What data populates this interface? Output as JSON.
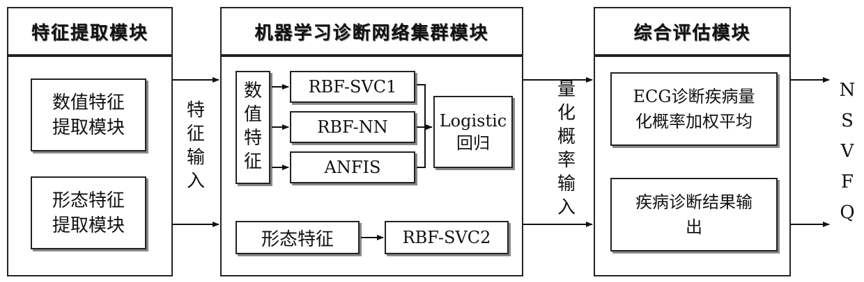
{
  "module1": {
    "title": "特征提取模块",
    "numeric_box": "数值特征\n提取模块",
    "morph_box": "形态特征\n提取模块"
  },
  "feature_input_label": "特\n征\n输\n入",
  "module2": {
    "title": "机器学习诊断网络集群模块",
    "numeric_feature": "数\n值\n特\n征",
    "rbf_svc1": "RBF-SVC1",
    "rbf_nn": "RBF-NN",
    "anfis": "ANFIS",
    "logistic": "Logistic\n回归",
    "morph_feature": "形态特征",
    "rbf_svc2": "RBF-SVC2"
  },
  "quant_input_label": "量\n化\n概\n率\n输\n入",
  "module3": {
    "title": "综合评估模块",
    "ecg_box": "ECG诊断疾病量\n化概率加权平均",
    "result_box": "疾病诊断结果输\n出"
  },
  "outputs": [
    "N",
    "S",
    "V",
    "F",
    "Q"
  ]
}
